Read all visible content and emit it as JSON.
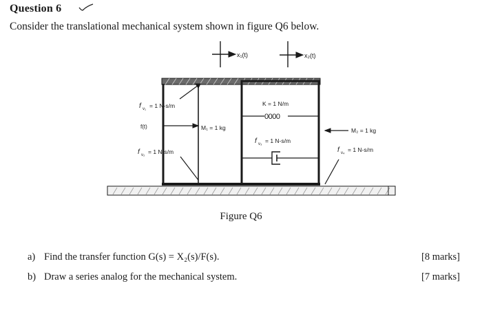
{
  "question": {
    "title": "Question 6",
    "intro": "Consider the translational mechanical system shown in figure Q6 below."
  },
  "figure": {
    "caption": "Figure Q6",
    "labels": {
      "x1": "x₁(t)",
      "x2": "x₂(t)",
      "fv1": "f",
      "fv1_sub": "v₁",
      "fv1_val": "= 1 N-s/m",
      "force": "f(t)",
      "m1": "M₁ = 1 kg",
      "k": "K = 1 N/m",
      "spring_coils": "0000",
      "fv3": "f",
      "fv3_sub": "v₃",
      "fv3_val": "= 1 N-s/m",
      "fv2": "f",
      "fv2_sub": "v₂",
      "fv2_val": "= 1 N-s/m",
      "m2": "M₂ = 1 kg",
      "fv4": "f",
      "fv4_sub": "v₄",
      "fv4_val": "= 1 N-s/m"
    }
  },
  "parts": [
    {
      "label": "a)",
      "text": "Find the transfer function G(s) = X₂(s)/F(s).",
      "marks": "[8 marks]"
    },
    {
      "label": "b)",
      "text": "Draw a series analog for the mechanical system.",
      "marks": "[7 marks]"
    }
  ]
}
